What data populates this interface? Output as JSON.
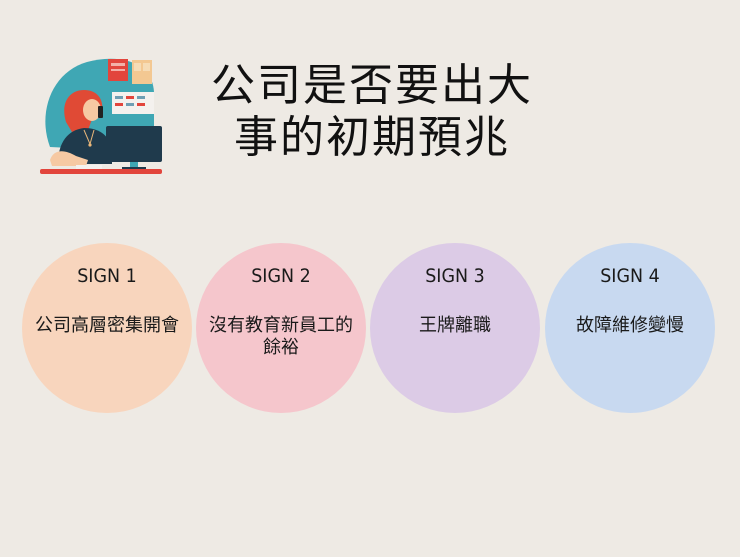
{
  "title": {
    "line1": "公司是否要出大",
    "line2": "事的初期預兆"
  },
  "illustration": {
    "name": "woman-on-phone-at-computer-illustration"
  },
  "signs": [
    {
      "label": "SIGN 1",
      "text": "公司高層密集開會",
      "color": "#f8d5bd"
    },
    {
      "label": "SIGN 2",
      "text": "沒有教育新員工的餘裕",
      "color": "#f5c6cc"
    },
    {
      "label": "SIGN 3",
      "text": "王牌離職",
      "color": "#dccbe6"
    },
    {
      "label": "SIGN 4",
      "text": "故障維修變慢",
      "color": "#c8d9f0"
    }
  ],
  "colors": {
    "background": "#eeeae4",
    "text": "#111111"
  }
}
